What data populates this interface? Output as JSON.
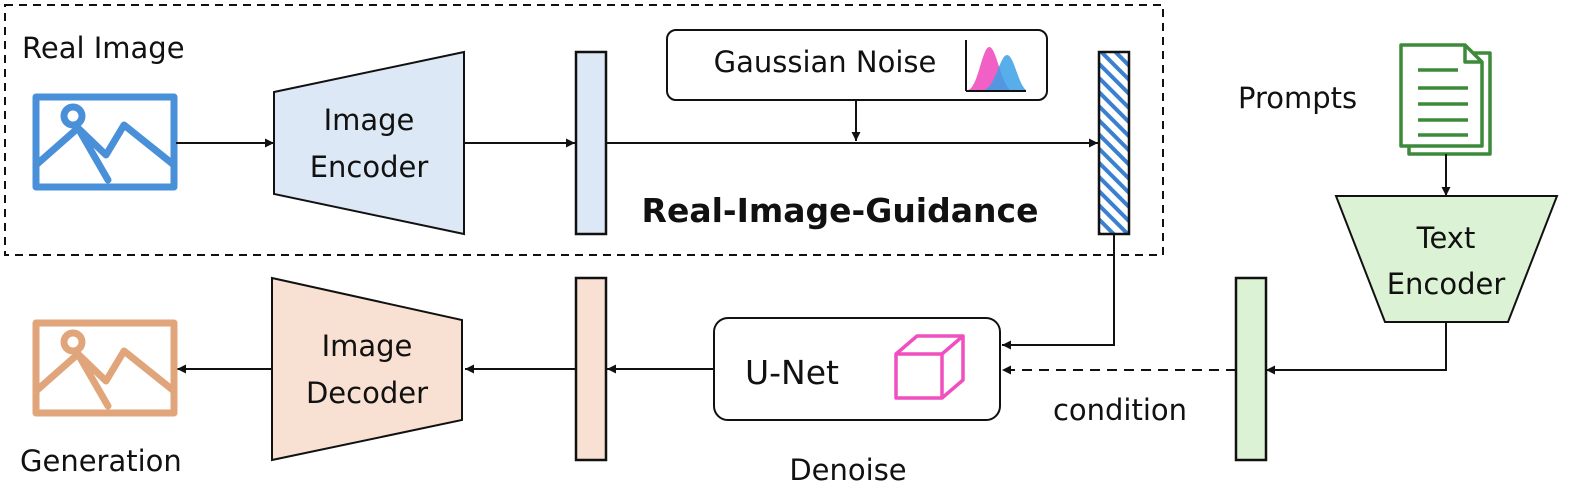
{
  "colors": {
    "real_image": "#4a90d9",
    "generation": "#e0a57a",
    "encoder_fill": "#dce8f5",
    "decoder_fill": "#f8e0d2",
    "text_encoder_fill": "#dcf2d4",
    "prompts": "#3c8a3a",
    "cube": "#f04fbf",
    "noise_pink": "#f04fbf",
    "noise_blue": "#3aa0e6",
    "hatch": "#3a7fd0"
  },
  "labels": {
    "real_image": "Real Image",
    "image_encoder_line1": "Image",
    "image_encoder_line2": "Encoder",
    "gaussian_noise": "Gaussian Noise",
    "real_image_guidance": "Real-Image-Guidance",
    "prompts": "Prompts",
    "text_encoder_line1": "Text",
    "text_encoder_line2": "Encoder",
    "image_decoder_line1": "Image",
    "image_decoder_line2": "Decoder",
    "unet": "U-Net",
    "condition": "condition",
    "denoise": "Denoise",
    "generation": "Generation"
  },
  "icons": {
    "real_image_icon": "image-icon",
    "generation_icon": "image-icon",
    "prompts_icon": "document-icon",
    "unet_icon": "cube-icon",
    "noise_icon": "distribution-icon"
  }
}
